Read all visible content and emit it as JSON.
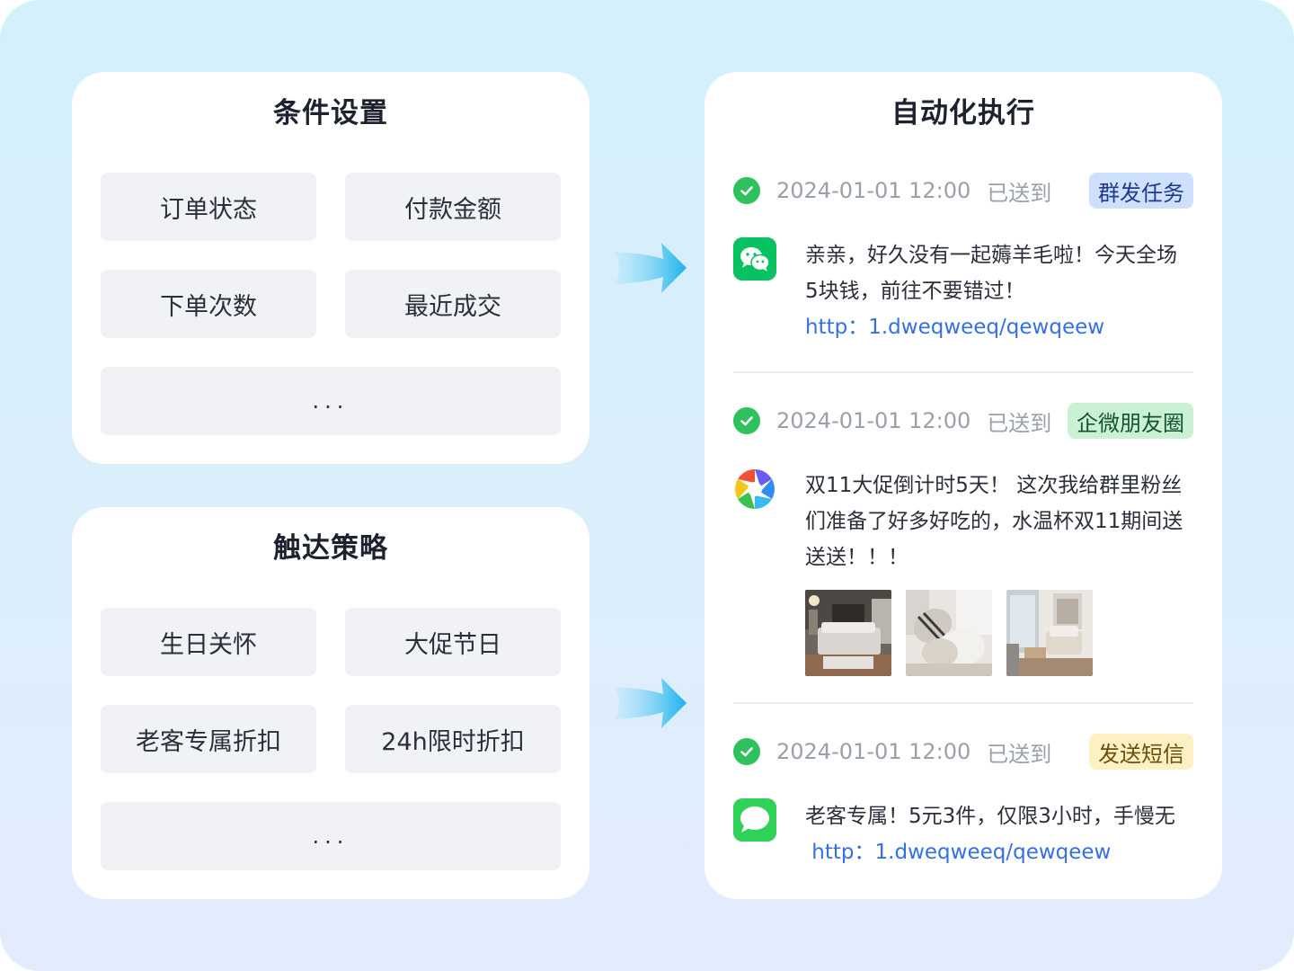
{
  "conditions": {
    "title": "条件设置",
    "items": [
      "订单状态",
      "付款金额",
      "下单次数",
      "最近成交"
    ],
    "more": "..."
  },
  "strategy": {
    "title": "触达策略",
    "items": [
      "生日关怀",
      "大促节日",
      "老客专属折扣",
      "24h限时折扣"
    ],
    "more": "..."
  },
  "automation": {
    "title": "自动化执行",
    "messages": [
      {
        "time": "2024-01-01 12:00",
        "status": "已送到",
        "tag": "群发任务",
        "app_icon": "wechat-icon",
        "text_lines": [
          "亲亲，好久没有一起薅羊毛啦！今天全场",
          "5块钱，前往不要错过！"
        ],
        "link": "http：1.dweqweeq/qewqeew"
      },
      {
        "time": "2024-01-01 12:00",
        "status": "已送到",
        "tag": "企微朋友圈",
        "app_icon": "moments-icon",
        "text_lines": [
          "双11大促倒计时5天！ 这次我给群里粉丝",
          "们准备了好多好吃的，水温杯双11期间送",
          "送送！！！"
        ],
        "images": [
          "bedroom-photo",
          "pillows-photo",
          "living-room-photo"
        ]
      },
      {
        "time": "2024-01-01 12:00",
        "status": "已送到",
        "tag": "发送短信",
        "app_icon": "messages-icon",
        "text_lines": [
          "老客专属！5元3件，仅限3小时，手慢无"
        ],
        "link": " http：1.dweqweeq/qewqeew"
      }
    ]
  },
  "colors": {
    "accent_blue": "#3470e4",
    "success_green": "#2fc15e",
    "tag_blue": "#cfe0ff",
    "tag_green": "#c9f1d2",
    "tag_yellow": "#fdf1c3"
  }
}
